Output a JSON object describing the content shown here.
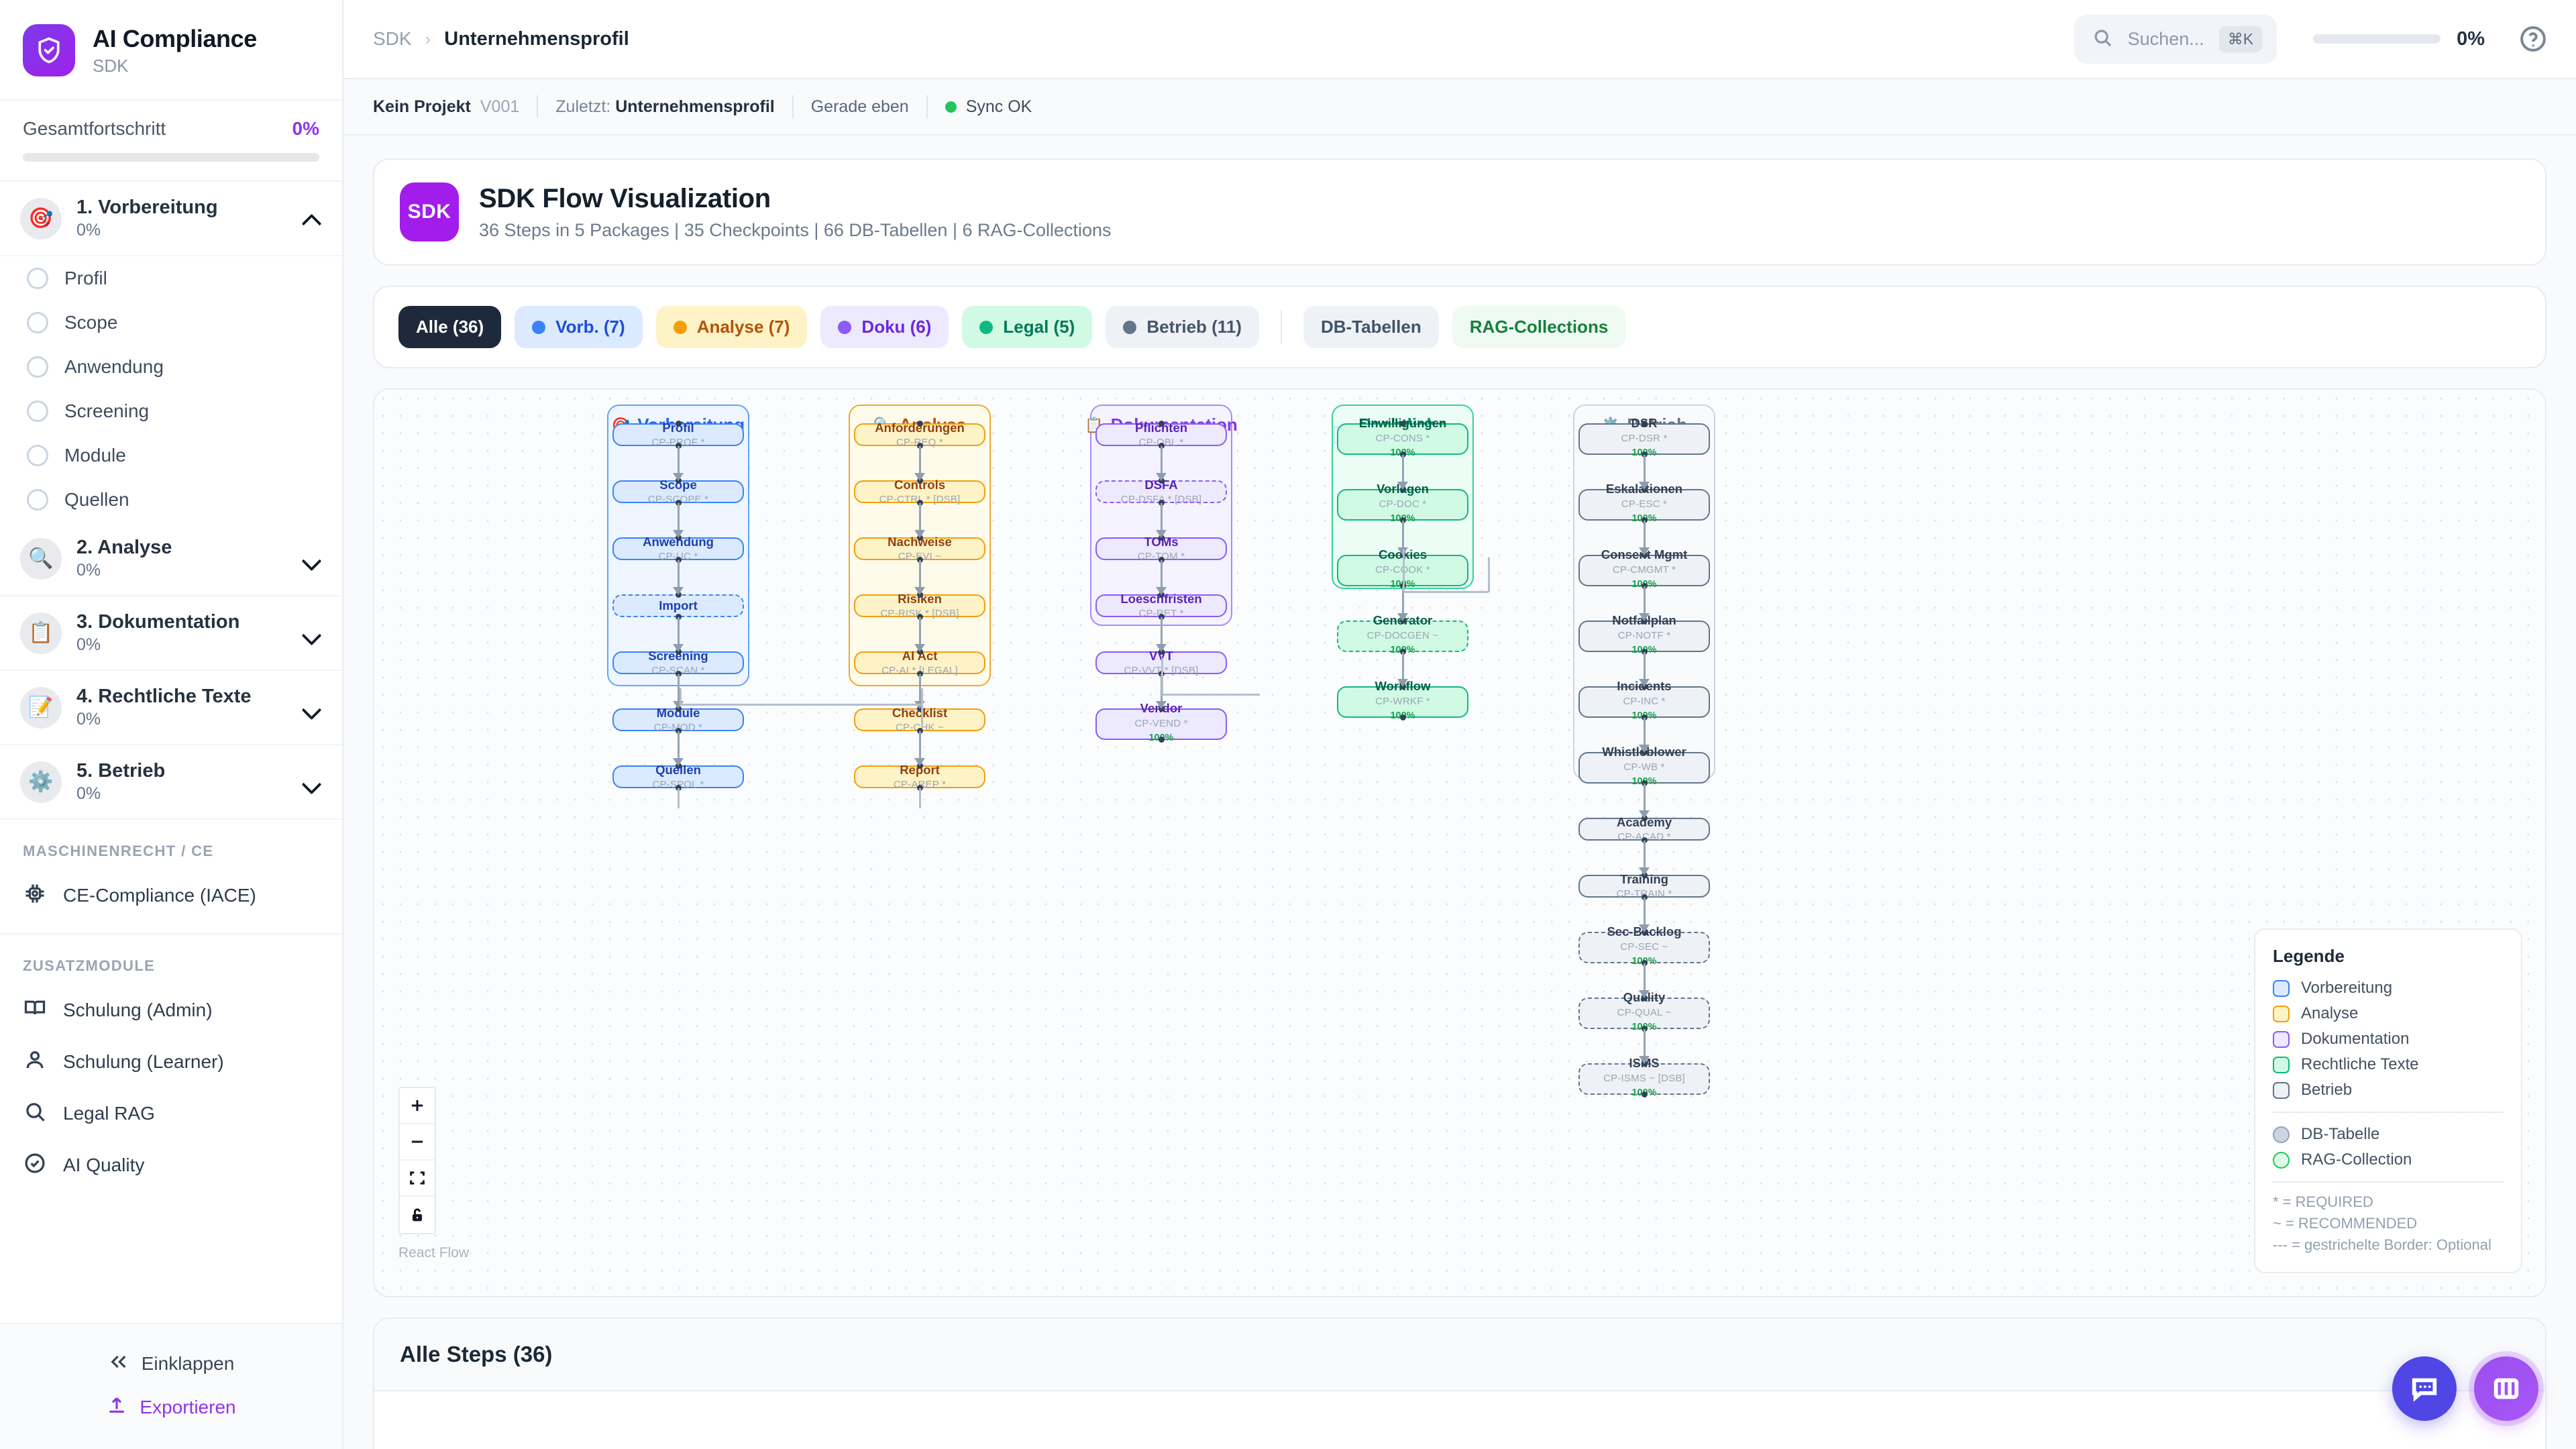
{
  "sidebar": {
    "brand": {
      "title": "AI Compliance",
      "subtitle": "SDK",
      "icon": "shield-check-icon"
    },
    "overall": {
      "label": "Gesamtfortschritt",
      "value": "0%",
      "percent": 0
    },
    "phases": [
      {
        "icon": "🎯",
        "title": "1. Vorbereitung",
        "pct": "0%",
        "expanded": true,
        "items": [
          {
            "label": "Profil"
          },
          {
            "label": "Scope"
          },
          {
            "label": "Anwendung"
          },
          {
            "label": "Screening"
          },
          {
            "label": "Module"
          },
          {
            "label": "Quellen"
          }
        ]
      },
      {
        "icon": "🔍",
        "title": "2. Analyse",
        "pct": "0%",
        "expanded": false,
        "items": []
      },
      {
        "icon": "📋",
        "title": "3. Dokumentation",
        "pct": "0%",
        "expanded": false,
        "items": []
      },
      {
        "icon": "📝",
        "title": "4. Rechtliche Texte",
        "pct": "0%",
        "expanded": false,
        "items": []
      },
      {
        "icon": "⚙️",
        "title": "5. Betrieb",
        "pct": "0%",
        "expanded": false,
        "items": []
      }
    ],
    "section_machine": {
      "title": "MASCHINENRECHT / CE",
      "items": [
        {
          "label": "CE-Compliance (IACE)",
          "icon": "chip-icon"
        }
      ]
    },
    "section_extra": {
      "title": "ZUSATZMODULE",
      "items": [
        {
          "label": "Schulung (Admin)",
          "icon": "book-icon"
        },
        {
          "label": "Schulung (Learner)",
          "icon": "user-icon"
        },
        {
          "label": "Legal RAG",
          "icon": "search-icon"
        },
        {
          "label": "AI Quality",
          "icon": "check-circle-icon"
        }
      ]
    },
    "footer": {
      "collapse": "Einklappen",
      "export": "Exportieren"
    }
  },
  "topbar": {
    "breadcrumb": {
      "root": "SDK",
      "sep": "›",
      "current": "Unternehmensprofil"
    },
    "search": {
      "placeholder": "Suchen...",
      "kbd": "⌘K"
    },
    "progress": {
      "value": "0%",
      "percent": 0
    },
    "help_icon": "help-circle-icon"
  },
  "metabar": {
    "project": "Kein Projekt",
    "version": "V001",
    "last_label": "Zuletzt:",
    "last_value": "Unternehmensprofil",
    "time": "Gerade eben",
    "sync": "Sync OK",
    "sync_color": "#22c55e"
  },
  "header_card": {
    "badge": "SDK",
    "title": "SDK Flow Visualization",
    "subtitle": "36 Steps in 5 Packages | 35 Checkpoints | 66 DB-Tabellen | 6 RAG-Collections"
  },
  "filters": [
    {
      "label": "Alle (36)",
      "active": true,
      "bg": "#1e293b",
      "fg": "#ffffff",
      "dot": null
    },
    {
      "label": "Vorb. (7)",
      "active": false,
      "bg": "#dbeafe",
      "fg": "#1d4ed8",
      "dot": "#3b82f6"
    },
    {
      "label": "Analyse (7)",
      "active": false,
      "bg": "#fef3c7",
      "fg": "#b45309",
      "dot": "#f59e0b"
    },
    {
      "label": "Doku (6)",
      "active": false,
      "bg": "#ede9fe",
      "fg": "#6d28d9",
      "dot": "#8b5cf6"
    },
    {
      "label": "Legal (5)",
      "active": false,
      "bg": "#d1fae5",
      "fg": "#047857",
      "dot": "#10b981"
    },
    {
      "label": "Betrieb (11)",
      "active": false,
      "bg": "#eef1f6",
      "fg": "#475569",
      "dot": "#64748b"
    }
  ],
  "filters_extra": [
    {
      "label": "DB-Tabellen",
      "bg": "#eef2f7",
      "fg": "#415367"
    },
    {
      "label": "RAG-Collections",
      "bg": "#eefaf2",
      "fg": "#15803d"
    }
  ],
  "flow": {
    "groups": [
      {
        "label": "Vorbereitung",
        "icon": "🎯",
        "color": "#60a5fa",
        "bg": "#eff6ff",
        "fg": "#2563eb"
      },
      {
        "label": "Analyse",
        "icon": "🔍",
        "color": "#f0a92f",
        "bg": "#fffbeb",
        "fg": "#b45309"
      },
      {
        "label": "Dokumentation",
        "icon": "📋",
        "color": "#a78bfa",
        "bg": "#f5f3ff",
        "fg": "#7c3aed"
      },
      {
        "label": "Rechtliche Texte",
        "icon": "📝",
        "color": "#34d399",
        "bg": "#ecfdf5",
        "fg": "#059669"
      },
      {
        "label": "Betrieb",
        "icon": "⚙️",
        "color": "#cbd5e1",
        "bg": "#f8fafc",
        "fg": "#64748b"
      }
    ],
    "columns": [
      {
        "key": "vorbereitung",
        "border": "#3b82f6",
        "fill": "#dbeafe",
        "title_fg": "#1e40af",
        "nodes": [
          {
            "title": "Profil",
            "code": "CP-PROF *",
            "dashed": false,
            "pct": null
          },
          {
            "title": "Scope",
            "code": "CP-SCOPE *",
            "dashed": false,
            "pct": null
          },
          {
            "title": "Anwendung",
            "code": "CP-UC *",
            "dashed": false,
            "pct": null
          },
          {
            "title": "Import",
            "code": "",
            "dashed": true,
            "pct": null
          },
          {
            "title": "Screening",
            "code": "CP-SCAN *",
            "dashed": false,
            "pct": null
          },
          {
            "title": "Module",
            "code": "CP-MOD *",
            "dashed": false,
            "pct": null
          },
          {
            "title": "Quellen",
            "code": "CP-SPOL *",
            "dashed": false,
            "pct": null
          }
        ]
      },
      {
        "key": "analyse",
        "border": "#f59e0b",
        "fill": "#fef3c7",
        "title_fg": "#92400e",
        "nodes": [
          {
            "title": "Anforderungen",
            "code": "CP-REQ *",
            "dashed": false,
            "pct": null
          },
          {
            "title": "Controls",
            "code": "CP-CTRL * [DSB]",
            "dashed": false,
            "pct": null
          },
          {
            "title": "Nachweise",
            "code": "CP-EVI ~",
            "dashed": false,
            "pct": null
          },
          {
            "title": "Risiken",
            "code": "CP-RISK * [DSB]",
            "dashed": false,
            "pct": null
          },
          {
            "title": "AI Act",
            "code": "CP-AI * [LEGAL]",
            "dashed": false,
            "pct": null
          },
          {
            "title": "Checklist",
            "code": "CP-CHK ~",
            "dashed": false,
            "pct": null
          },
          {
            "title": "Report",
            "code": "CP-AREP *",
            "dashed": false,
            "pct": null
          }
        ]
      },
      {
        "key": "dokumentation",
        "border": "#8b5cf6",
        "fill": "#ede9fe",
        "title_fg": "#5b21b6",
        "nodes": [
          {
            "title": "Pflichten",
            "code": "CP-OBL *",
            "dashed": false,
            "pct": null
          },
          {
            "title": "DSFA",
            "code": "CP-DSFA * [DSB]",
            "dashed": true,
            "pct": null
          },
          {
            "title": "TOMs",
            "code": "CP-TOM *",
            "dashed": false,
            "pct": null
          },
          {
            "title": "Loeschfristen",
            "code": "CP-RET *",
            "dashed": false,
            "pct": null
          },
          {
            "title": "VVT",
            "code": "CP-VVT * [DSB]",
            "dashed": false,
            "pct": null
          },
          {
            "title": "Vendor",
            "code": "CP-VEND *",
            "dashed": false,
            "pct": "100%"
          }
        ]
      },
      {
        "key": "legal",
        "border": "#10b981",
        "fill": "#d1fae5",
        "title_fg": "#065f46",
        "nodes": [
          {
            "title": "Einwilligungen",
            "code": "CP-CONS *",
            "dashed": false,
            "pct": "100%"
          },
          {
            "title": "Vorlagen",
            "code": "CP-DOC *",
            "dashed": false,
            "pct": "100%"
          },
          {
            "title": "Cookies",
            "code": "CP-COOK *",
            "dashed": false,
            "pct": "100%"
          },
          {
            "title": "Generator",
            "code": "CP-DOCGEN ~",
            "dashed": true,
            "pct": "100%"
          },
          {
            "title": "Workflow",
            "code": "CP-WRKF *",
            "dashed": false,
            "pct": "100%"
          }
        ]
      },
      {
        "key": "betrieb",
        "border": "#64748b",
        "fill": "#eef2f7",
        "title_fg": "#334155",
        "nodes": [
          {
            "title": "DSR",
            "code": "CP-DSR *",
            "dashed": false,
            "pct": "100%"
          },
          {
            "title": "Eskalationen",
            "code": "CP-ESC *",
            "dashed": false,
            "pct": "100%"
          },
          {
            "title": "Consent Mgmt",
            "code": "CP-CMGMT *",
            "dashed": false,
            "pct": "100%"
          },
          {
            "title": "Notfallplan",
            "code": "CP-NOTF *",
            "dashed": false,
            "pct": "100%"
          },
          {
            "title": "Incidents",
            "code": "CP-INC *",
            "dashed": false,
            "pct": "100%"
          },
          {
            "title": "Whistleblower",
            "code": "CP-WB *",
            "dashed": false,
            "pct": "100%"
          },
          {
            "title": "Academy",
            "code": "CP-ACAD *",
            "dashed": false,
            "pct": null
          },
          {
            "title": "Training",
            "code": "CP-TRAIN *",
            "dashed": false,
            "pct": null
          },
          {
            "title": "Sec-Backlog",
            "code": "CP-SEC ~",
            "dashed": true,
            "pct": "100%"
          },
          {
            "title": "Quality",
            "code": "CP-QUAL ~",
            "dashed": true,
            "pct": "100%"
          },
          {
            "title": "ISMS",
            "code": "CP-ISMS ~ [DSB]",
            "dashed": true,
            "pct": "100%"
          }
        ]
      }
    ],
    "controls": {
      "zoom_in": "+",
      "zoom_out": "−",
      "fit": "fit-view-icon",
      "lock": "lock-icon",
      "attribution": "React Flow"
    },
    "legend": {
      "title": "Legende",
      "packages": [
        {
          "label": "Vorbereitung",
          "border": "#3b82f6",
          "fill": "#dbeafe"
        },
        {
          "label": "Analyse",
          "border": "#f59e0b",
          "fill": "#fef3c7"
        },
        {
          "label": "Dokumentation",
          "border": "#8b5cf6",
          "fill": "#ede9fe"
        },
        {
          "label": "Rechtliche Texte",
          "border": "#10b981",
          "fill": "#d1fae5"
        },
        {
          "label": "Betrieb",
          "border": "#64748b",
          "fill": "#eef2f7"
        }
      ],
      "resources": [
        {
          "label": "DB-Tabelle",
          "border": "#94a3b8",
          "fill": "#cbd5e1"
        },
        {
          "label": "RAG-Collection",
          "border": "#22c55e",
          "fill": "#dcfce7"
        }
      ],
      "notes": [
        "* = REQUIRED",
        "~ = RECOMMENDED",
        "--- = gestrichelte Border: Optional"
      ]
    }
  },
  "steps_card": {
    "title": "Alle Steps (36)"
  },
  "fabs": [
    {
      "name": "chat",
      "icon": "chat-bubble-icon"
    },
    {
      "name": "panel",
      "icon": "columns-icon"
    }
  ],
  "chart_data": {
    "type": "diagram-flow",
    "title": "SDK Flow Visualization",
    "packages": [
      "Vorbereitung",
      "Analyse",
      "Dokumentation",
      "Rechtliche Texte",
      "Betrieb"
    ],
    "counts": [
      7,
      7,
      6,
      5,
      11
    ],
    "total_steps": 36,
    "checkpoints": 35,
    "db_tables": 66,
    "rag_collections": 6
  }
}
